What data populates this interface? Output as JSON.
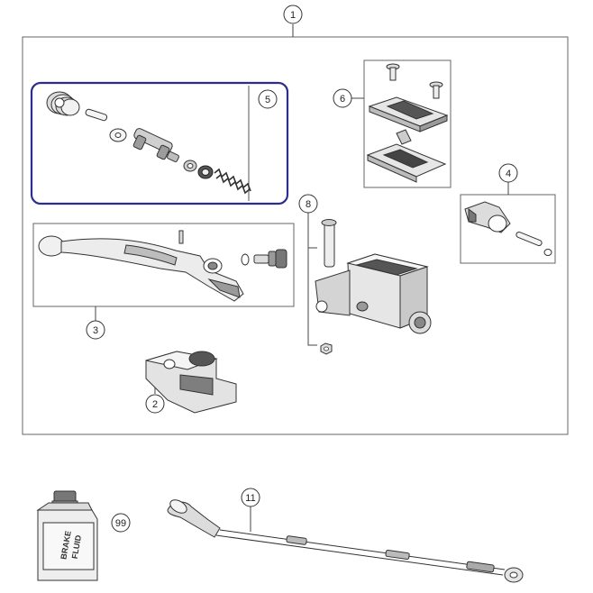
{
  "callouts": [
    {
      "id": "c1",
      "label": "1"
    },
    {
      "id": "c2",
      "label": "2"
    },
    {
      "id": "c3",
      "label": "3"
    },
    {
      "id": "c4",
      "label": "4"
    },
    {
      "id": "c5",
      "label": "5"
    },
    {
      "id": "c6",
      "label": "6"
    },
    {
      "id": "c8",
      "label": "8"
    },
    {
      "id": "c11",
      "label": "11"
    },
    {
      "id": "c99",
      "label": "99"
    }
  ],
  "bottle": {
    "line1": "BRAKE",
    "line2": "FLUID"
  },
  "colors": {
    "line": "#555555",
    "highlight": "#2c2d8c",
    "part_fill": "#e6e6e6",
    "part_dark": "#9a9a9a"
  }
}
